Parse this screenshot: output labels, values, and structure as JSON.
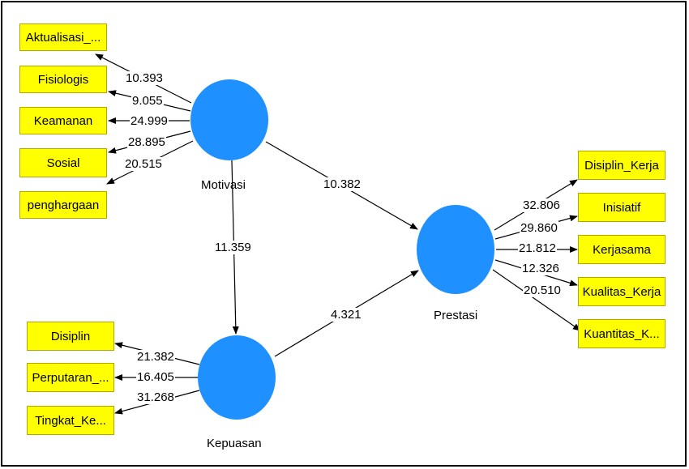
{
  "latent": {
    "motivasi": "Motivasi",
    "kepuasan": "Kepuasan",
    "prestasi": "Prestasi"
  },
  "indicators": {
    "motivasi": [
      "Aktualisasi_...",
      "Fisiologis",
      "Keamanan",
      "Sosial",
      "penghargaan"
    ],
    "kepuasan": [
      "Disiplin",
      "Perputaran_...",
      "Tingkat_Ke..."
    ],
    "prestasi": [
      "Disiplin_Kerja",
      "Inisiatif",
      "Kerjasama",
      "Kualitas_Kerja",
      "Kuantitas_K..."
    ]
  },
  "loadings": {
    "motivasi": [
      "10.393",
      "9.055",
      "24.999",
      "28.895",
      "20.515"
    ],
    "kepuasan": [
      "21.382",
      "16.405",
      "31.268"
    ],
    "prestasi": [
      "32.806",
      "29.860",
      "21.812",
      "12.326",
      "20.510"
    ]
  },
  "paths": {
    "motivasi_prestasi": "10.382",
    "motivasi_kepuasan": "11.359",
    "kepuasan_prestasi": "4.321"
  },
  "colors": {
    "construct": "#1e90ff",
    "indicator": "#ffff00",
    "indicator_border": "#b5a600"
  }
}
